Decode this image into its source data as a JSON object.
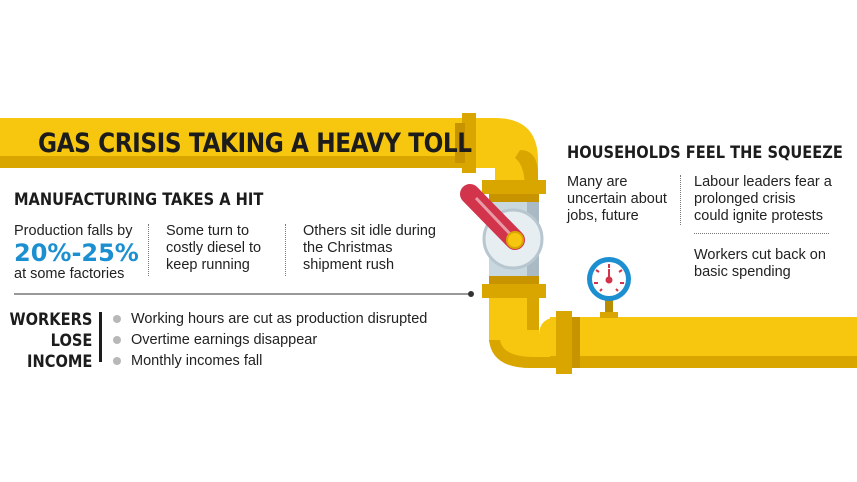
{
  "colors": {
    "pipe": "#f6c70e",
    "pipe_shade": "#d9a600",
    "pipe_dark": "#b98d00",
    "accent_blue": "#1b8fd0",
    "valve_red": "#d1344b"
  },
  "title": "GAS CRISIS TAKING A HEAVY TOLL",
  "manufacturing": {
    "heading": "MANUFACTURING TAKES A HIT",
    "col1_line1": "Production falls by",
    "col1_big": "20%-25%",
    "col1_line2": "at some factories",
    "col2": "Some turn to costly diesel to keep running",
    "col3": "Others sit idle during the Christmas shipment rush"
  },
  "workers": {
    "label_line1": "WORKERS",
    "label_line2": "LOSE",
    "label_line3": "INCOME",
    "items": [
      "Working hours are cut as production disrupted",
      "Overtime earnings disappear",
      "Monthly incomes fall"
    ]
  },
  "households": {
    "heading": "HOUSEHOLDS FEEL THE SQUEEZE",
    "col1": "Many are uncertain about jobs, future",
    "col2_top": "Labour leaders fear a prolonged crisis could ignite protests",
    "col2_bottom": "Workers cut back on basic spending"
  },
  "icons": [
    "pipe-illustration",
    "valve-icon",
    "pressure-gauge-icon"
  ]
}
